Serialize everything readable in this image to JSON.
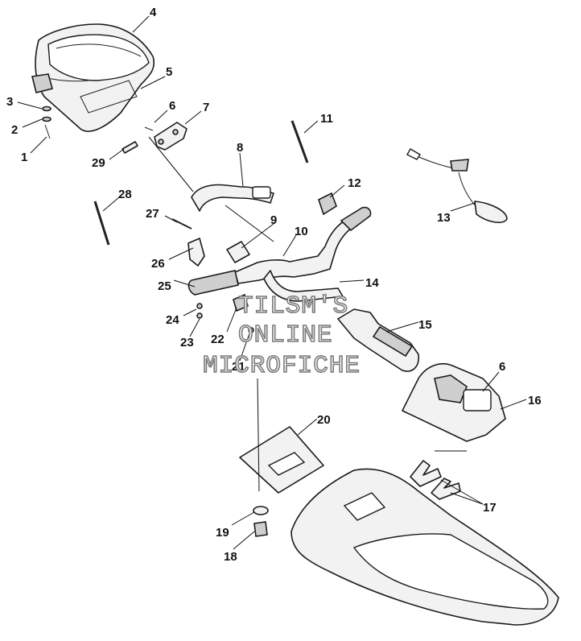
{
  "callouts": {
    "c1": "1",
    "c2": "2",
    "c3": "3",
    "c4": "4",
    "c5": "5",
    "c6a": "6",
    "c6b": "6",
    "c7": "7",
    "c8": "8",
    "c9": "9",
    "c10": "10",
    "c11": "11",
    "c12": "12",
    "c13": "13",
    "c14": "14",
    "c15": "15",
    "c16": "16",
    "c17": "17",
    "c18": "18",
    "c19": "19",
    "c20": "20",
    "c21": "21",
    "c22": "22",
    "c23": "23",
    "c24": "24",
    "c25": "25",
    "c26": "26",
    "c27": "27",
    "c28": "28",
    "c29": "29"
  },
  "watermark": {
    "line1": "TILSM'S",
    "line2": "ONLINE",
    "line3": "MICROFICHE"
  }
}
